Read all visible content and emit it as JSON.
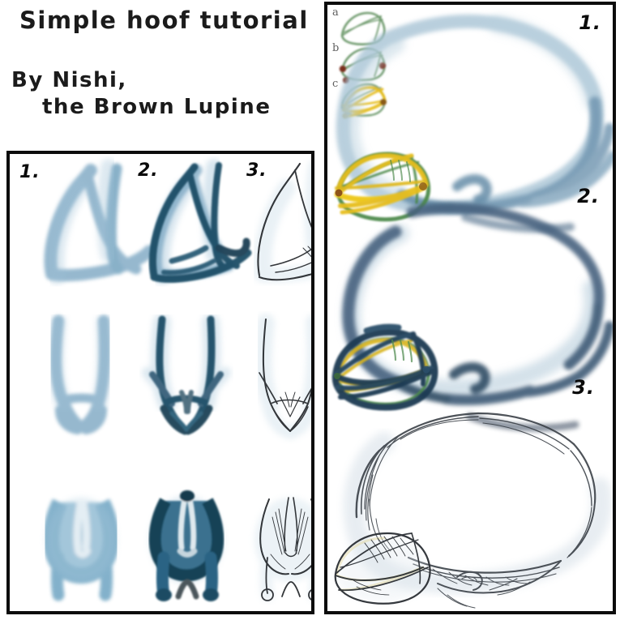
{
  "title": {
    "main": "Simple hoof tutorial",
    "by": "By  Nishi,",
    "sub": "the  Brown Lupine"
  },
  "left_panel": {
    "name": "step-grid-panel",
    "columns": [
      {
        "label": "1."
      },
      {
        "label": "2."
      },
      {
        "label": "3."
      }
    ],
    "rows": [
      {
        "view": "side-view-hoof"
      },
      {
        "view": "front-view-hoof"
      },
      {
        "view": "sole-view-hoof"
      }
    ]
  },
  "right_panel": {
    "name": "full-leg-panel",
    "steps": [
      {
        "label": "1."
      },
      {
        "label": "2."
      },
      {
        "label": "3."
      }
    ],
    "legend": {
      "items": [
        {
          "label": "a"
        },
        {
          "label": "b"
        },
        {
          "label": "c"
        }
      ]
    }
  },
  "colors": {
    "ink_black": "#0c0c0c",
    "sketch_blue_light": "#7fa9c4",
    "sketch_blue_mid": "#4f86a8",
    "sketch_blue_dark": "#1e4e66",
    "sketch_navy": "#233b56",
    "sketch_gray": "#3a4048",
    "legend_green": "#5f8f5c",
    "legend_gold": "#e7be1c",
    "legend_dot": "#7a2e1e",
    "paper_white": "#ffffff"
  }
}
